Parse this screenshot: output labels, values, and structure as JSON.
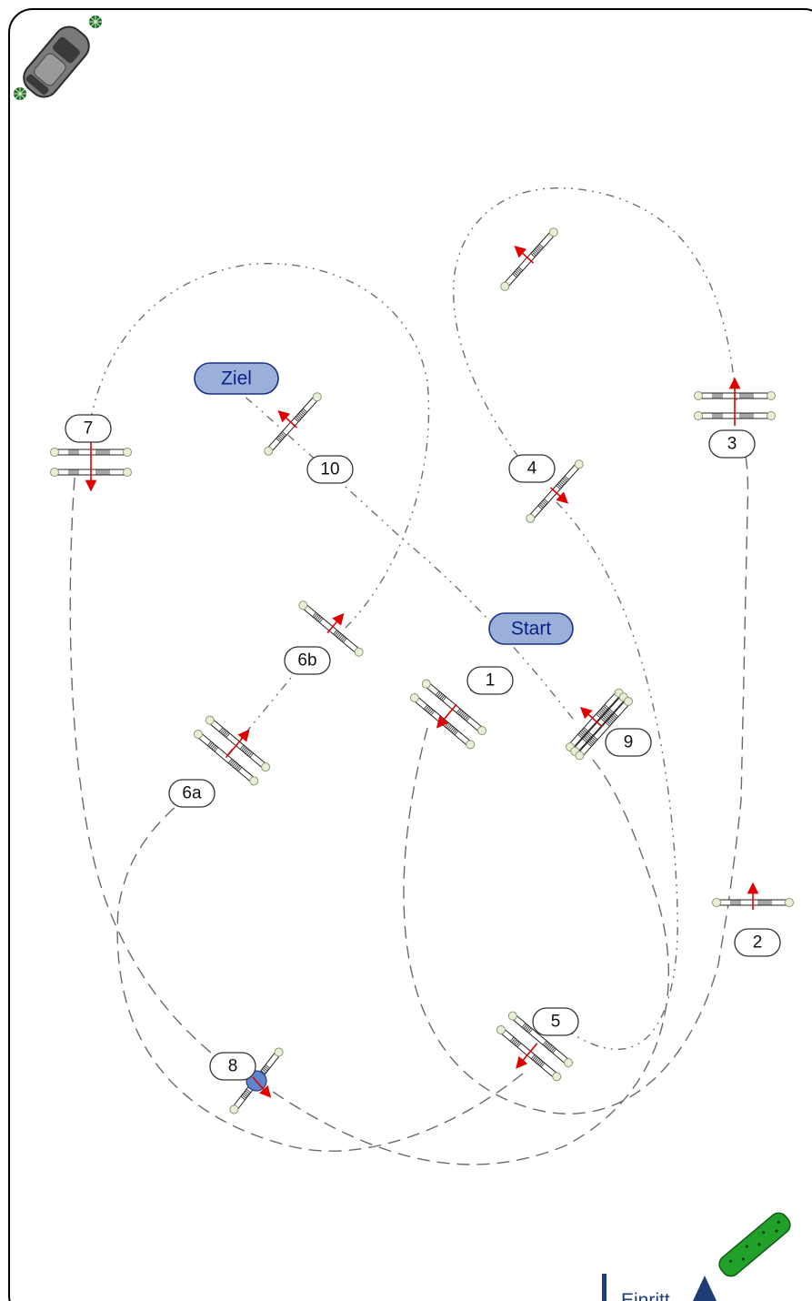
{
  "labels": {
    "start": "Start",
    "finish": "Ziel",
    "entry": "Einritt"
  },
  "obstacles": [
    {
      "id": "o1",
      "number": "1"
    },
    {
      "id": "o2",
      "number": "2"
    },
    {
      "id": "o3",
      "number": "3"
    },
    {
      "id": "o4",
      "number": "4"
    },
    {
      "id": "o5",
      "number": "5"
    },
    {
      "id": "o6a",
      "number": "6a"
    },
    {
      "id": "o6b",
      "number": "6b"
    },
    {
      "id": "o7",
      "number": "7"
    },
    {
      "id": "o8",
      "number": "8"
    },
    {
      "id": "o9",
      "number": "9"
    },
    {
      "id": "o10",
      "number": "10"
    }
  ],
  "colors": {
    "arena_border": "#000000",
    "route_line": "#707070",
    "jump_direction": "#e00000",
    "label_fill": "#9ab0d8",
    "label_text": "#0c1f88",
    "entry_arrow": "#1d3d74",
    "hedge": "#22a12a"
  }
}
